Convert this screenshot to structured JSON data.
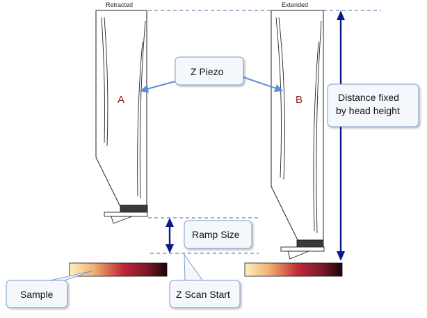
{
  "labels": {
    "retracted": "Retracted",
    "extended": "Extended",
    "piezo_a": "A",
    "piezo_b": "B"
  },
  "callouts": {
    "z_piezo": "Z Piezo",
    "distance_line1": "Distance fixed",
    "distance_line2": "by head height",
    "ramp_size": "Ramp Size",
    "sample": "Sample",
    "z_scan_start": "Z Scan Start"
  },
  "colors": {
    "callout_fill": "#f4f7fc",
    "callout_stroke": "#7f9cc6",
    "leader": "#5b8fd6",
    "arrow": "#0a1a8a",
    "dashed": "#1a2a80",
    "tip_block": "#3a3a3a",
    "gradient": [
      "#fff0c0",
      "#f0b070",
      "#c02838",
      "#7a1828",
      "#1a0608"
    ]
  }
}
